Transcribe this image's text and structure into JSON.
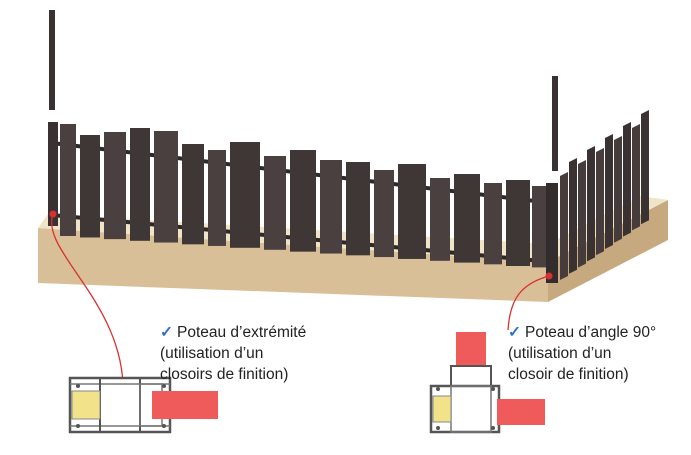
{
  "captions": {
    "end_post": {
      "check_icon": "checkmark-icon",
      "line1": "Poteau d’extrémité",
      "line2": "(utilisation d’un",
      "line3": "closoirs de finition)"
    },
    "corner_post": {
      "check_icon": "checkmark-icon",
      "line1": "Poteau d’angle 90°",
      "line2": "(utilisation d’un",
      "line3": "closoir de finition)"
    }
  },
  "colors": {
    "slat": "#4a4040",
    "slat_dark": "#3a3232",
    "ground_top": "#efe3c8",
    "ground_front": "#d9bf97",
    "ground_side": "#c7a97f",
    "profile_fill": "#ef5b5b",
    "profile_outline": "#555555",
    "closer_yellow": "#f2e28a",
    "leader_line": "#d93030",
    "check": "#2f6fc4"
  }
}
